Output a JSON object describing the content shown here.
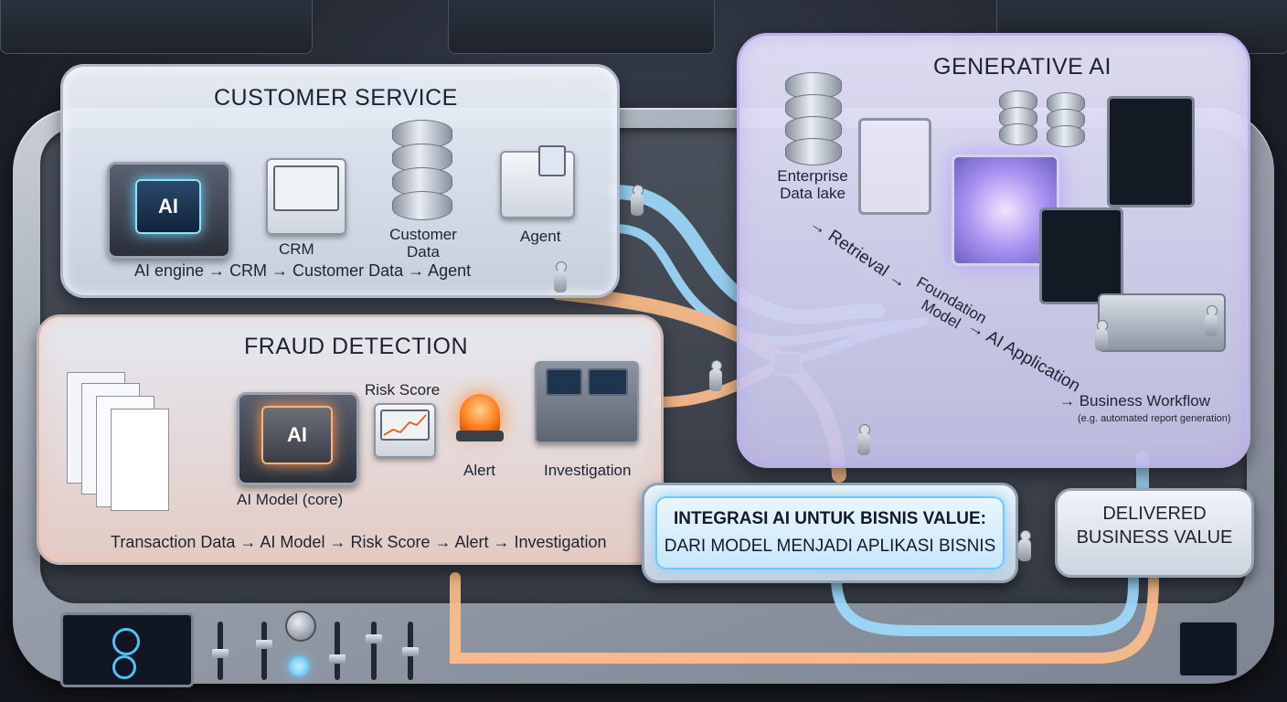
{
  "customer_service": {
    "title": "CUSTOMER SERVICE",
    "chip_label": "AI",
    "crm_label": "CRM",
    "customer_data_label": "Customer Data",
    "agent_label": "Agent",
    "flow": "AI engine  →  CRM → Customer Data → Agent"
  },
  "fraud_detection": {
    "title": "FRAUD DETECTION",
    "chip_label": "AI",
    "risk_score_label": "Risk Score",
    "alert_label": "Alert",
    "investigation_label": "Investigation",
    "ai_model_label": "AI Model (core)",
    "flow": "Transaction Data → AI Model → Risk Score → Alert → Investigation"
  },
  "generative_ai": {
    "title": "GENERATIVE AI",
    "enterprise_label": "Enterprise Data lake",
    "retrieval_label": "→ Retrieval →",
    "foundation_label": "Foundation Model",
    "ai_app_label": "→ AI Application",
    "business_workflow_label": "→ Business Workflow",
    "business_workflow_note": "(e.g. automated report generation)"
  },
  "integration_box": {
    "line1": "INTEGRASI AI UNTUK BISNIS VALUE:",
    "line2": "DARI MODEL MENJADI APLIKASI BISNIS"
  },
  "delivered_box": {
    "line1": "DELIVERED",
    "line2": "BUSINESS VALUE"
  },
  "colors": {
    "glow_blue": "#8fd6ff",
    "glow_orange": "#ffb070",
    "alert": "#ff7a1a"
  }
}
